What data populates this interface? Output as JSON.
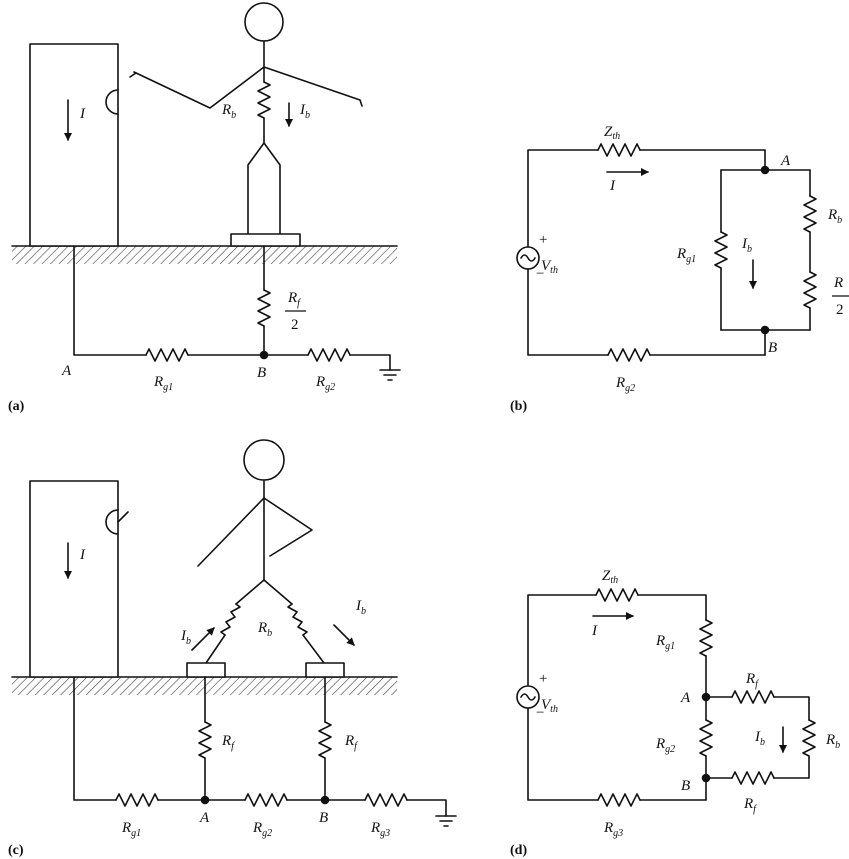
{
  "panels": {
    "a": {
      "panel_label": "(a)",
      "current_I": "I",
      "R_b": "R",
      "R_b_sub": "b",
      "I_b": "I",
      "I_b_sub": "b",
      "R_f_half_num": "R",
      "R_f_half_sub": "f",
      "R_f_half_den": "2",
      "node_A": "A",
      "node_B": "B",
      "R_g1": "R",
      "R_g1_sub": "g1",
      "R_g2": "R",
      "R_g2_sub": "g2"
    },
    "b": {
      "panel_label": "(b)",
      "Z_th": "Z",
      "Z_th_sub": "th",
      "I": "I",
      "V_th": "V",
      "V_th_sub": "th",
      "plus": "+",
      "minus": "−",
      "node_A": "A",
      "node_B": "B",
      "R_g1": "R",
      "R_g1_sub": "g1",
      "I_b": "I",
      "I_b_sub": "b",
      "R_b": "R",
      "R_b_sub": "b",
      "R_f_half_num": "R",
      "R_f_half_den": "2",
      "R_g2": "R",
      "R_g2_sub": "g2"
    },
    "c": {
      "panel_label": "(c)",
      "current_I": "I",
      "I_b_left": "I",
      "I_b_left_sub": "b",
      "I_b_right": "I",
      "I_b_right_sub": "b",
      "R_b": "R",
      "R_b_sub": "b",
      "R_f_left": "R",
      "R_f_left_sub": "f",
      "R_f_right": "R",
      "R_f_right_sub": "f",
      "node_A": "A",
      "node_B": "B",
      "R_g1": "R",
      "R_g1_sub": "g1",
      "R_g2": "R",
      "R_g2_sub": "g2",
      "R_g3": "R",
      "R_g3_sub": "g3"
    },
    "d": {
      "panel_label": "(d)",
      "Z_th": "Z",
      "Z_th_sub": "th",
      "I": "I",
      "V_th": "V",
      "V_th_sub": "th",
      "plus": "+",
      "minus": "−",
      "R_g1": "R",
      "R_g1_sub": "g1",
      "R_f_top": "R",
      "R_f_top_sub": "f",
      "node_A": "A",
      "node_B": "B",
      "R_g2": "R",
      "R_g2_sub": "g2",
      "I_b": "I",
      "I_b_sub": "b",
      "R_b": "R",
      "R_b_sub": "b",
      "R_f_bottom": "R",
      "R_f_bottom_sub": "f",
      "R_g3": "R",
      "R_g3_sub": "g3"
    }
  }
}
